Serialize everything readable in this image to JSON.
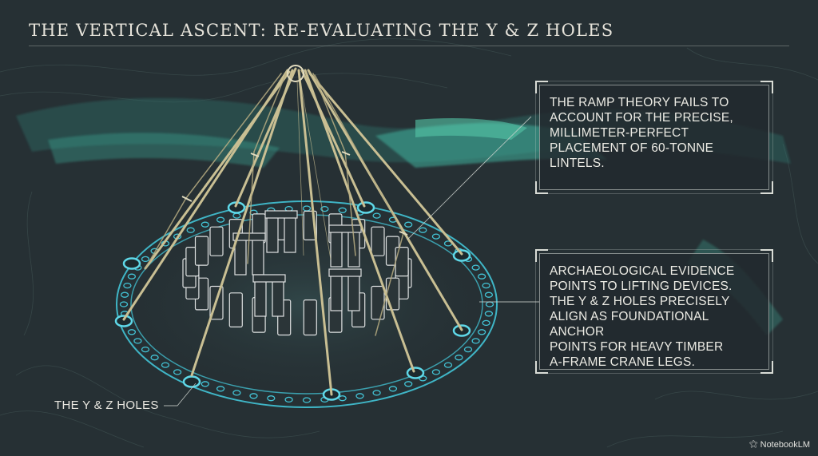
{
  "title": "THE VERTICAL ASCENT: RE-EVALUATING THE Y & Z HOLES",
  "callouts": {
    "top": "THE RAMP THEORY FAILS TO\nACCOUNT FOR THE PRECISE,\nMILLIMETER-PERFECT\nPLACEMENT OF 60-TONNE\nLINTELS.",
    "bottom": "ARCHAEOLOGICAL EVIDENCE\nPOINTS TO LIFTING DEVICES.\nTHE Y & Z HOLES PRECISELY\nALIGN AS FOUNDATIONAL ANCHOR\nPOINTS FOR HEAVY TIMBER\nA-FRAME CRANE LEGS."
  },
  "labels": {
    "holes": "THE Y & Z HOLES"
  },
  "brand": {
    "name": "NotebookLM",
    "icon": "notebooklm-logo-icon"
  },
  "colors": {
    "background": "#263034",
    "terrain": "#3fae9a",
    "ring": "#43c4d6",
    "timber": "#c9bf93",
    "stone": "#d9dcdc",
    "text": "#ecebe4"
  }
}
